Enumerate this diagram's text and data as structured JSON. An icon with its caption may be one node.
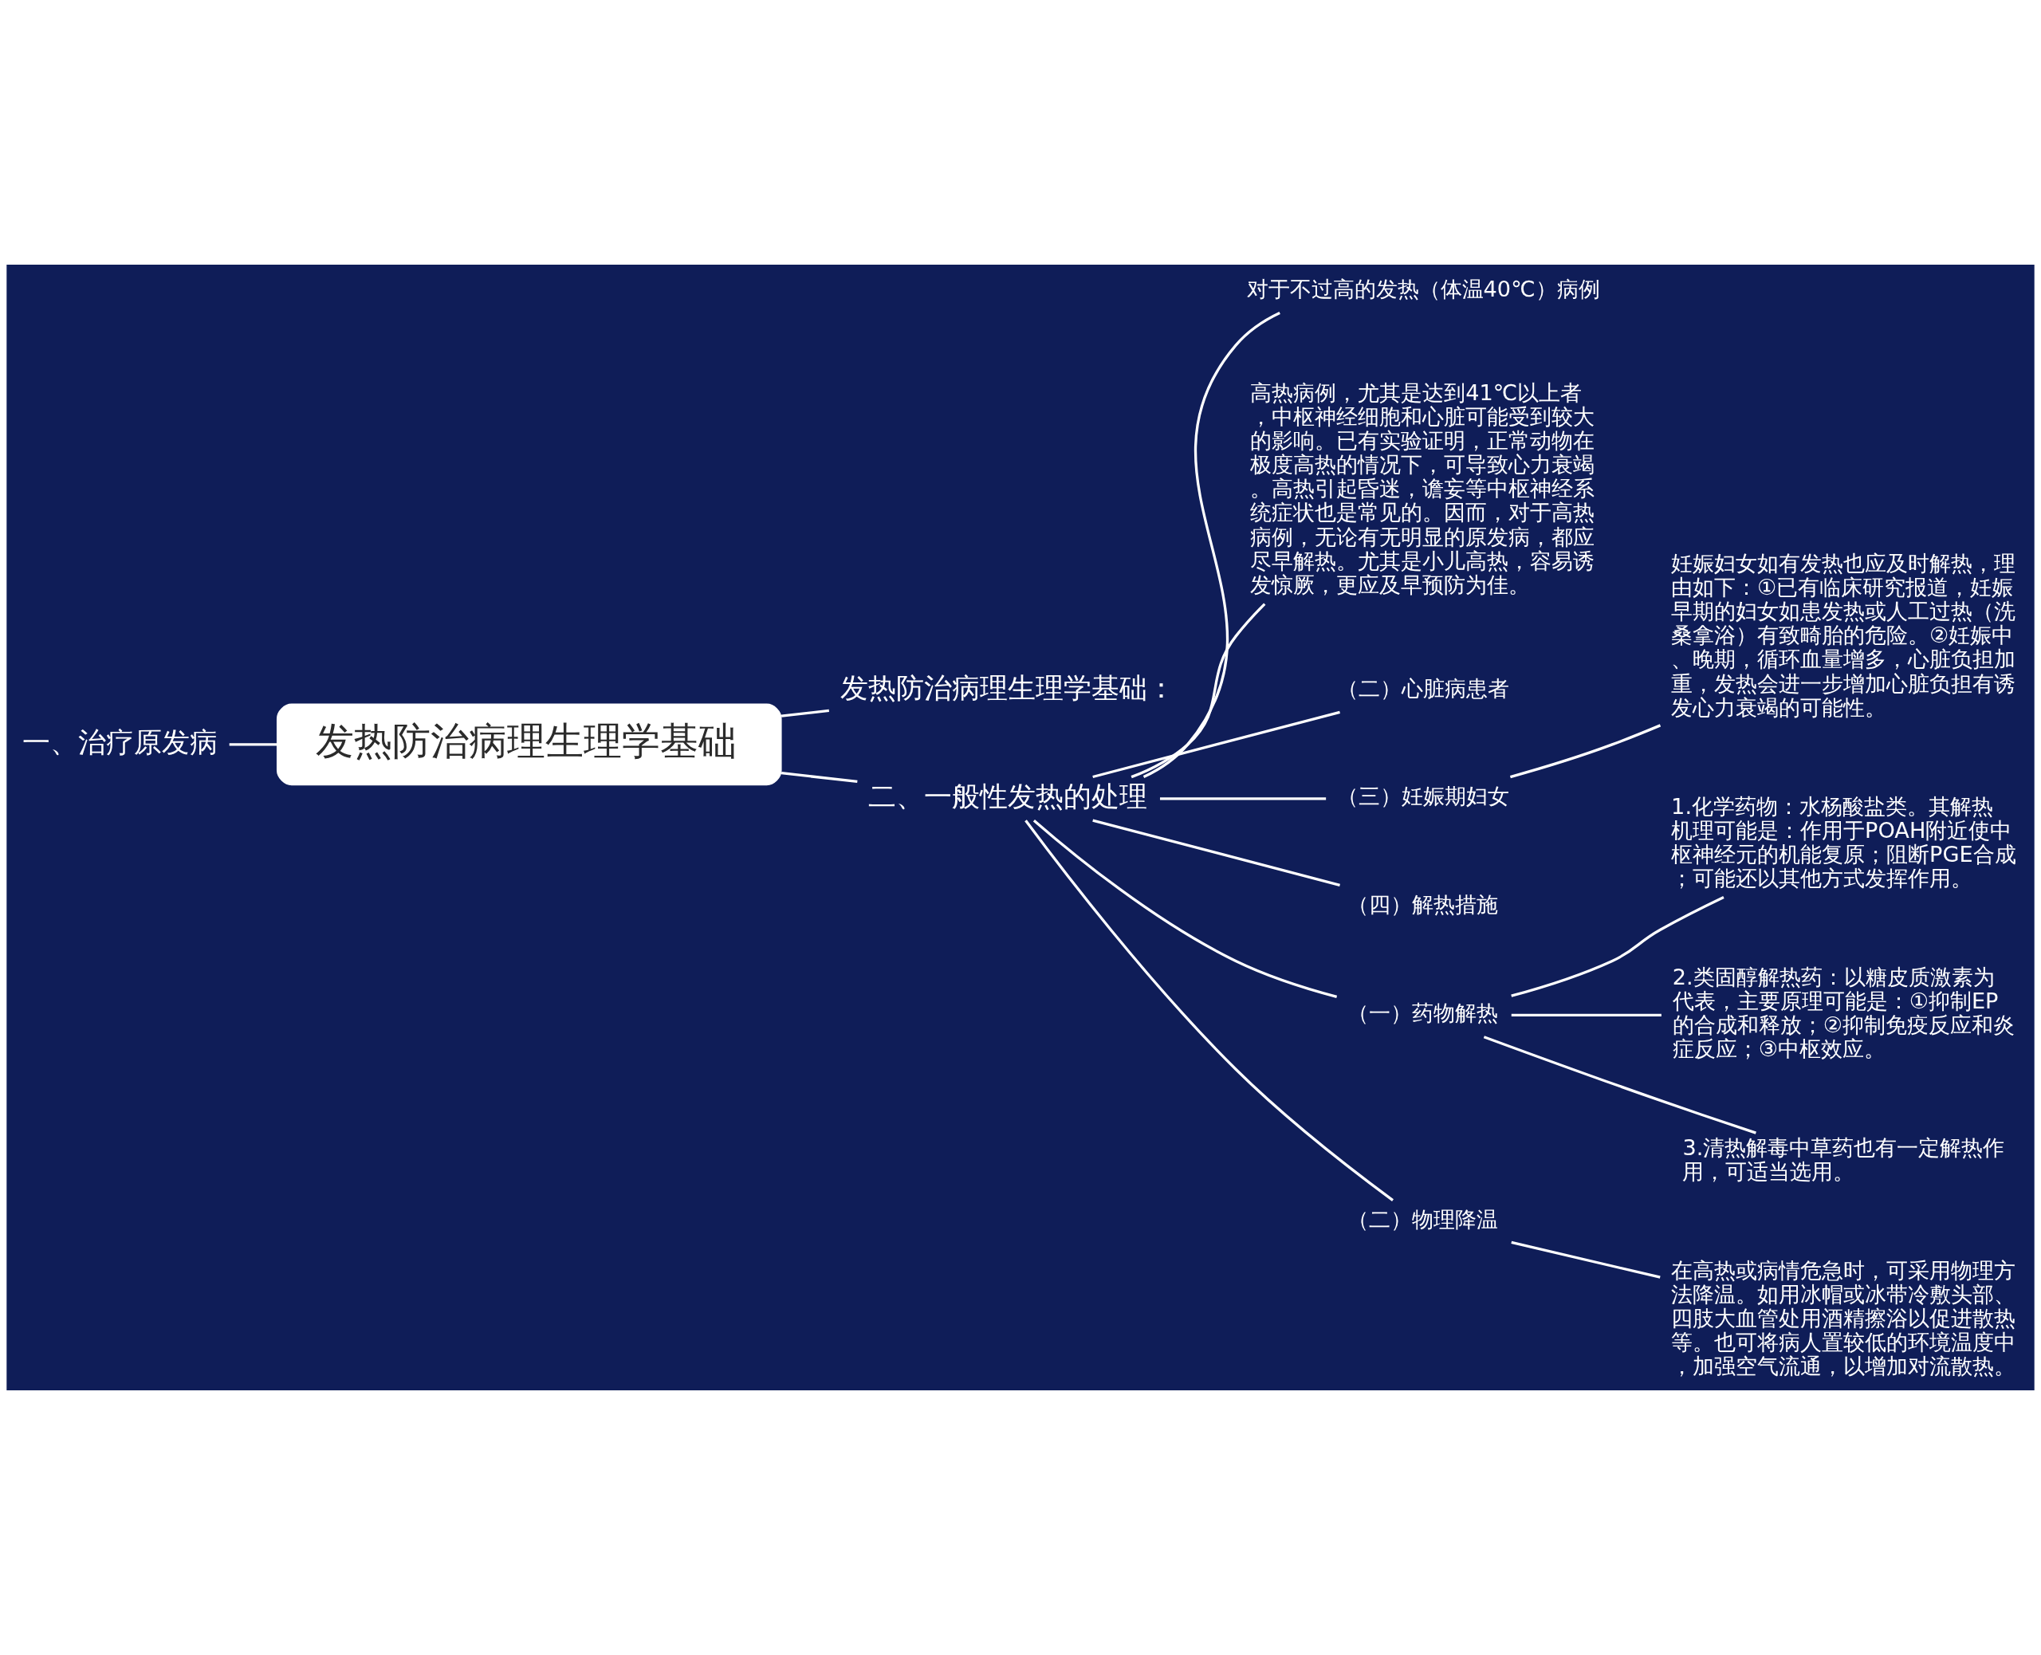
{
  "diagram": {
    "nodes": [
      {
        "text": [
          "发热防治病理生理学基础"
        ]
      },
      {
        "text": [
          "一、治疗原发病"
        ]
      },
      {
        "text": [
          "发热防治病理生理学基础："
        ]
      },
      {
        "text": [
          "二、一般性发热的处理"
        ]
      },
      {
        "text": [
          "对于不过高的发热（体温40℃）病例"
        ]
      },
      {
        "text": [
          "高热病例，尤其是达到41℃以上者，中枢神经细胞和心脏可能受到较大的影响。已有实验证明，正常动物在极度高热的情况下，可导致心力衰竭。高热引起昏迷，谵妄等中枢神经系统症状也是常见的。因而，对于高热病例，无论有无明显的原发病，都应尽早解热。尤其是小儿高热，容易诱发惊厥，更应及早预防为佳。"
        ]
      },
      {
        "text": [
          "（二）心脏病患者"
        ]
      },
      {
        "text": [
          "（三）妊娠期妇女"
        ]
      },
      {
        "text": [
          "妊娠妇女如有发热也应及时解热，理由如下：①已有临床研究报道，妊娠早期的妇女如患发热或人工过热（洗桑拿浴）有致畸胎的危险。②妊娠中、晚期，循环血量增多，心脏负担加重，发热会进一步增加心脏负担有诱发心力衰竭的可能性。"
        ]
      },
      {
        "text": [
          "（四）解热措施"
        ]
      },
      {
        "text": [
          "（一）药物解热"
        ]
      },
      {
        "text": [
          "1.化学药物：水杨酸盐类。其解热机理可能是：作用于POAH附近使中枢神经元的机能复原；阻断PGE合成；可能还以其他方式发挥作用。"
        ]
      },
      {
        "text": [
          "2.类固醇解热药：以糖皮质激素为代表，主要原理可能是：①抑制EP的合成和释放；②抑制免疫反应和炎症反应；③中枢效应。"
        ]
      },
      {
        "text": [
          "3.清热解毒中草药也有一定解热作用，可适当选用。"
        ]
      },
      {
        "text": [
          "（二）物理降温"
        ]
      },
      {
        "text": [
          "在高热或病情危急时，可采用物理方法降温。如用冰帽或冰带冷敷头部、四肢大血管处用酒精擦浴以促进散热等。也可将病人置较低的环境温度中，加强空气流通，以增加对流散热。"
        ]
      }
    ],
    "edges": [
      {
        "from": 1,
        "to": 0,
        "arrow": "none"
      },
      {
        "from": 0,
        "to": 2,
        "arrow": "none"
      },
      {
        "from": 0,
        "to": 3,
        "arrow": "none"
      },
      {
        "from": 3,
        "to": 4,
        "arrow": "none"
      },
      {
        "from": 3,
        "to": 5,
        "arrow": "none"
      },
      {
        "from": 3,
        "to": 6,
        "arrow": "none"
      },
      {
        "from": 3,
        "to": 7,
        "arrow": "none"
      },
      {
        "from": 7,
        "to": 8,
        "arrow": "none"
      },
      {
        "from": 3,
        "to": 9,
        "arrow": "none"
      },
      {
        "from": 3,
        "to": 10,
        "arrow": "none"
      },
      {
        "from": 10,
        "to": 11,
        "arrow": "none"
      },
      {
        "from": 10,
        "to": 12,
        "arrow": "none"
      },
      {
        "from": 10,
        "to": 13,
        "arrow": "none"
      },
      {
        "from": 3,
        "to": 14,
        "arrow": "none"
      },
      {
        "from": 14,
        "to": 15,
        "arrow": "none"
      }
    ]
  }
}
